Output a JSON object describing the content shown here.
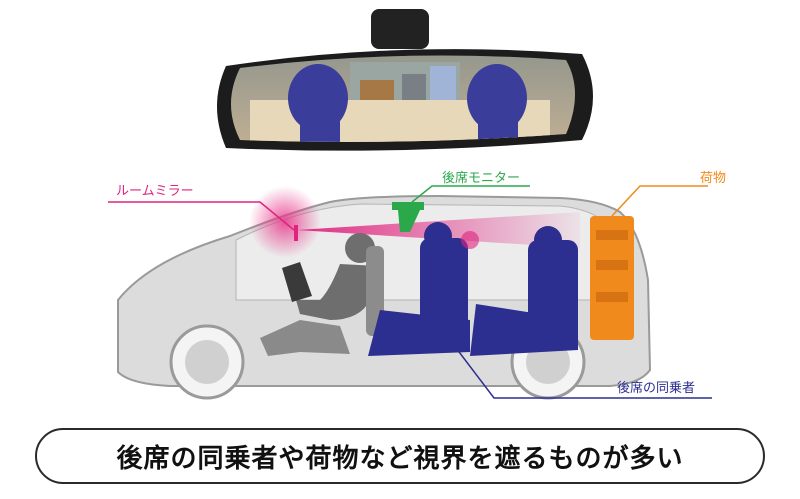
{
  "labels": {
    "room_mirror": "ルームミラー",
    "rear_monitor": "後席モニター",
    "cargo": "荷物",
    "rear_passengers": "後席の同乗者"
  },
  "caption": "後席の同乗者や荷物など視界を遮るものが多い",
  "colors": {
    "mirror_pink": "#e0237f",
    "monitor_green": "#2aa84a",
    "cargo_orange": "#f08a1c",
    "passenger_navy": "#2c2f8f",
    "car_gray": "#d9d9d9"
  }
}
